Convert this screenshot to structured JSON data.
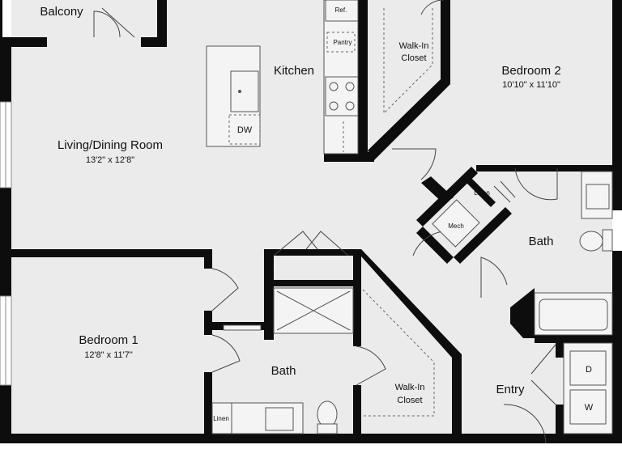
{
  "rooms": {
    "balcony": {
      "name": "Balcony"
    },
    "kitchen": {
      "name": "Kitchen"
    },
    "living": {
      "name": "Living/Dining Room",
      "dims": "13'2\" x 12'8\""
    },
    "bedroom1": {
      "name": "Bedroom 1",
      "dims": "12'8\" x 11'7\""
    },
    "bedroom2": {
      "name": "Bedroom 2",
      "dims": "10'10\" x 11'10\""
    },
    "bath_main": {
      "name": "Bath"
    },
    "bath_secondary": {
      "name": "Bath"
    },
    "walkin_closet_1": {
      "line1": "Walk-In",
      "line2": "Closet"
    },
    "walkin_closet_2": {
      "line1": "Walk-In",
      "line2": "Closet"
    },
    "entry": {
      "name": "Entry"
    }
  },
  "fixtures": {
    "refrigerator": "Ref.",
    "pantry": "Pantry",
    "dishwasher": "DW",
    "linen_hall": "Linen",
    "linen_bath": "Linen",
    "mech": "Mech",
    "dryer": "D",
    "washer": "W"
  },
  "colors": {
    "wall": "#0d0d0d",
    "floor": "#ebebeb",
    "fixture": "#f4f4f4"
  }
}
